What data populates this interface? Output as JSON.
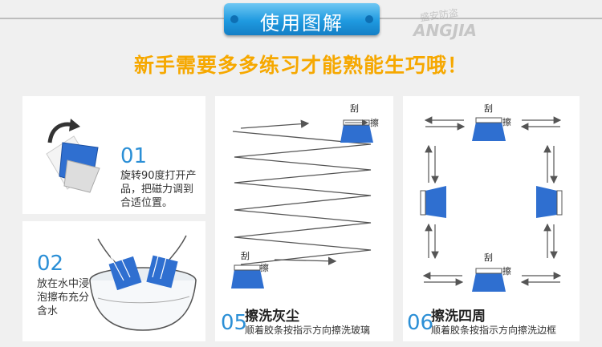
{
  "header": {
    "title": "使用图解",
    "watermark_cn": "盛安防盗",
    "watermark_en": "ANGJIA"
  },
  "slogan": "新手需要多多练习才能熟能生巧哦！",
  "steps": [
    {
      "num": "01",
      "lines": [
        "旋转90度打开产",
        "品，把磁力调到",
        "合适位置。"
      ]
    },
    {
      "num": "02",
      "lines": [
        "放在水中浸",
        "泡擦布充分",
        "含水"
      ]
    },
    {
      "num": "05",
      "title": "擦洗灰尘",
      "sub": "顺着胶条按指示方向擦洗玻璃"
    },
    {
      "num": "06",
      "title": "擦洗四周",
      "sub": "顺着胶条按指示方向擦洗边框"
    }
  ],
  "labels": {
    "scrape": "刮",
    "wipe": "擦"
  },
  "colors": {
    "accent_blue": "#2b8fd6",
    "slogan_yellow": "#f6a800",
    "tool_blue": "#2f6fd0"
  }
}
